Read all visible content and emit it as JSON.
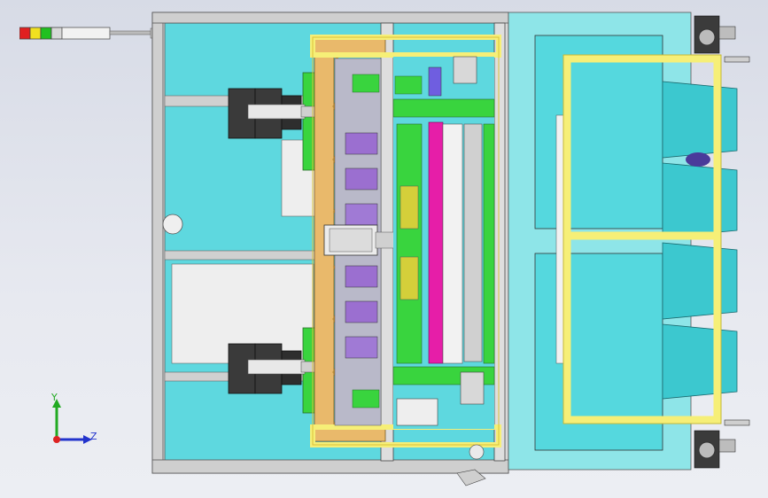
{
  "viewport": {
    "background_top": "#d7dbe6",
    "background_bottom": "#eceef3",
    "machine_colors": {
      "cyan_panel": "#55d8de",
      "frame_grey": "#c8c8c8",
      "yellow_frame": "#f6ef77",
      "green_part": "#39d43e",
      "magenta_roller": "#e61ea8",
      "cylinder_dark": "#3a3a3a",
      "wood_frame": "#e9b96b",
      "light_cyan": "#8ee5e8"
    }
  },
  "status_light": {
    "name": "signal-tower",
    "colors": [
      "#e02020",
      "#f0e020",
      "#20c020",
      "#e8e8e8"
    ]
  },
  "triad": {
    "y_label": "Y",
    "z_label": "Z"
  }
}
